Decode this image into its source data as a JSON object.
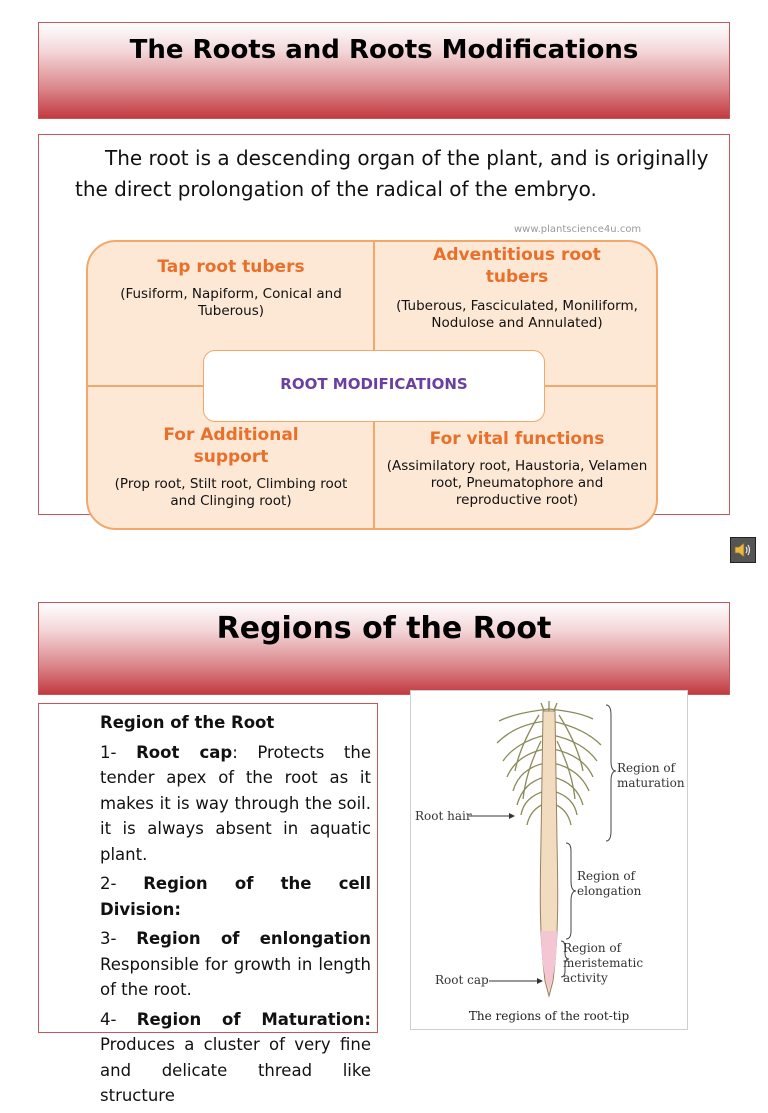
{
  "slide1": {
    "title": "The Roots and Roots Modifications",
    "intro": "The root is a descending organ of the plant, and is originally the direct prolongation of the radical of the embryo.",
    "credit": "www.plantscience4u.com",
    "diagram": {
      "center": "ROOT MODIFICATIONS",
      "quadrants": [
        {
          "title": "Tap root tubers",
          "desc": "(Fusiform, Napiform, Conical and Tuberous)"
        },
        {
          "title": "Adventitious root tubers",
          "desc": "(Tuberous, Fasciculated, Moniliform, Nodulose and Annulated)"
        },
        {
          "title": "For  Additional support",
          "desc": "(Prop root, Stilt root, Climbing root and Clinging root)"
        },
        {
          "title": "For vital functions",
          "desc": "(Assimilatory root, Haustoria, Velamen root, Pneumatophore and reproductive root)"
        }
      ]
    },
    "speaker_icon": "speaker-icon"
  },
  "slide2": {
    "title": "Regions of the Root",
    "heading": "Region of the Root",
    "items": [
      {
        "num": "1-",
        "bold": "Root cap",
        "rest": ": Protects the tender apex of the root as it makes it is way through the soil. it is always absent in aquatic plant."
      },
      {
        "num": "2-",
        "bold": "Region of the cell Division:",
        "rest": ""
      },
      {
        "num": "3-",
        "bold": "Region of enlongation",
        "rest": " Responsible for growth in length of the root."
      },
      {
        "num": "4-",
        "bold": "Region of Maturation:",
        "rest": " Produces a cluster of very fine and delicate thread like structure"
      }
    ],
    "figure": {
      "labels": {
        "maturation": "Region of maturation",
        "root_hair": "Root hair",
        "elongation": "Region of elongation",
        "meristematic": "Region of meristematic activity",
        "root_cap": "Root cap"
      },
      "caption": "The regions of the root-tip"
    }
  },
  "colors": {
    "banner_red": "#c23a40",
    "diagram_fill": "#fde8d6",
    "diagram_border": "#f2a86a",
    "quad_title": "#e8702a",
    "center_text": "#6b3fa0"
  }
}
